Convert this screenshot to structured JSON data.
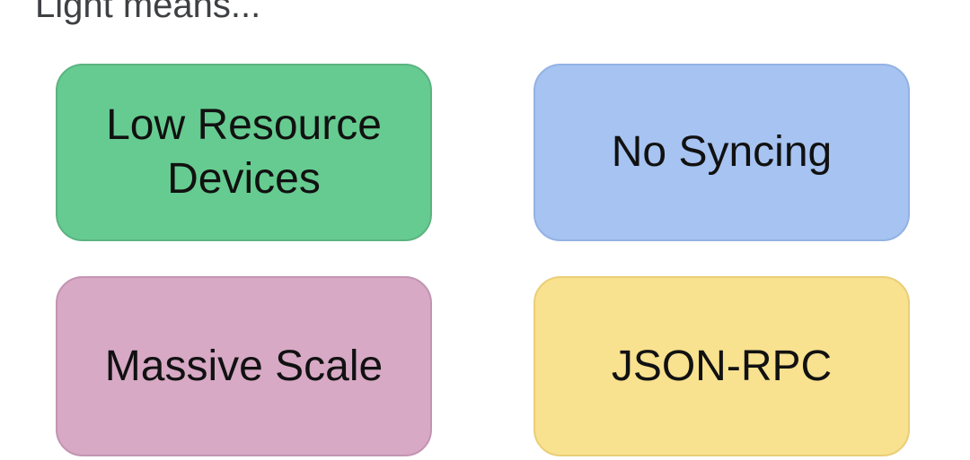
{
  "slide": {
    "title": "Light means...",
    "cards": [
      {
        "name": "low-resource-devices",
        "label": [
          "Low Resource",
          "Devices"
        ],
        "fill": "#66cb90",
        "border": "#5bb381"
      },
      {
        "name": "no-syncing",
        "label": [
          "No Syncing"
        ],
        "fill": "#a6c3f1",
        "border": "#93b2e4"
      },
      {
        "name": "massive-scale",
        "label": [
          "Massive Scale"
        ],
        "fill": "#d7a9c5",
        "border": "#c394b2"
      },
      {
        "name": "json-rpc",
        "label": [
          "JSON-RPC"
        ],
        "fill": "#f8e18f",
        "border": "#eace77"
      }
    ],
    "colors": {
      "background": "#ffffff",
      "title_text": "#3e4044",
      "card_text": "#111111"
    }
  }
}
